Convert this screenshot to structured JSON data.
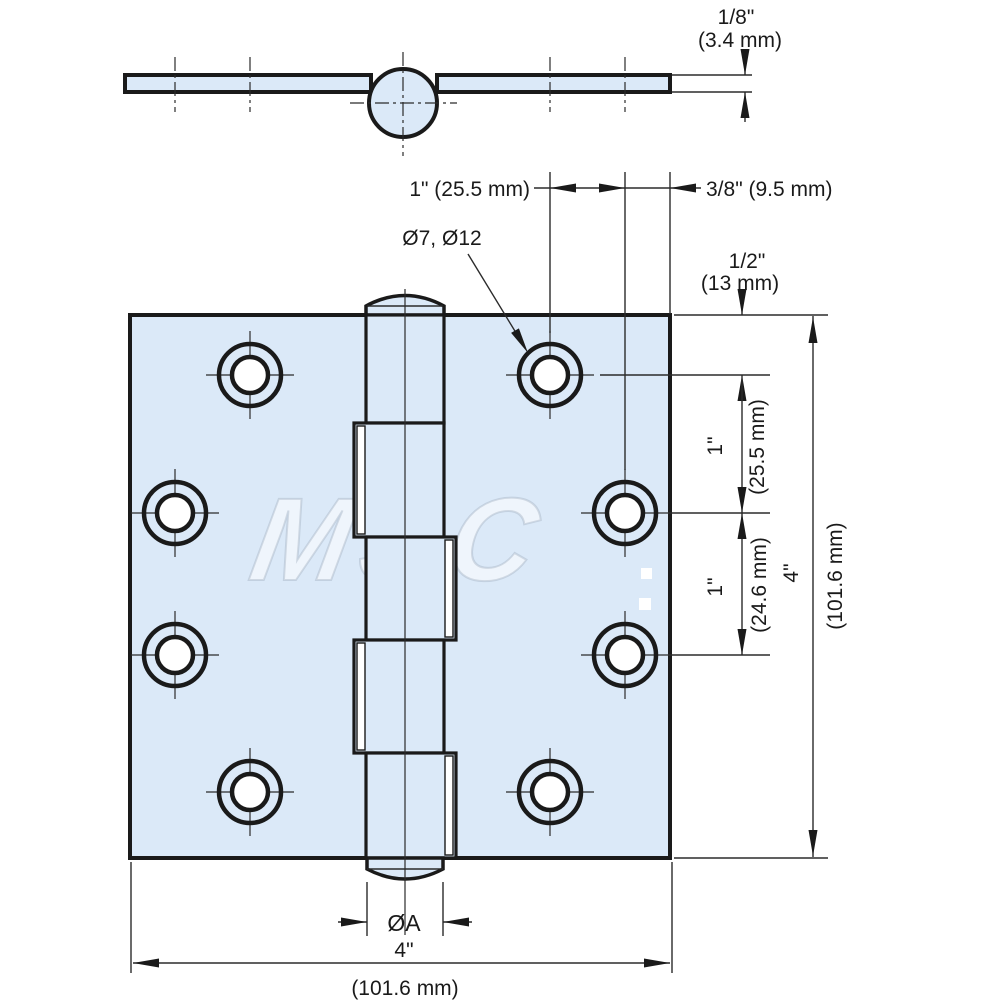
{
  "drawing": {
    "kind": "door hinge technical drawing",
    "watermark": "MSC",
    "colors": {
      "plate_fill": "#dbe9f8",
      "line": "#1a1a1a",
      "background": "#ffffff"
    }
  },
  "dims": {
    "leaf_thickness_in": "1/8\"",
    "leaf_thickness_mm": "(3.4 mm)",
    "hole_col_pitch": "1\" (25.5 mm)",
    "edge_offset": "3/8\" (9.5 mm)",
    "hole_diameters": "Ø7, Ø12",
    "top_offset_in": "1/2\"",
    "top_offset_mm": "(13 mm)",
    "row_gap1_in": "1\"",
    "row_gap1_mm": "(25.5 mm)",
    "row_gap2_in": "1\"",
    "row_gap2_mm": "(24.6 mm)",
    "height_in": "4\"",
    "height_mm": "(101.6 mm)",
    "pin_diameter": "ØA",
    "width_in": "4\"",
    "width_mm": "(101.6 mm)"
  }
}
